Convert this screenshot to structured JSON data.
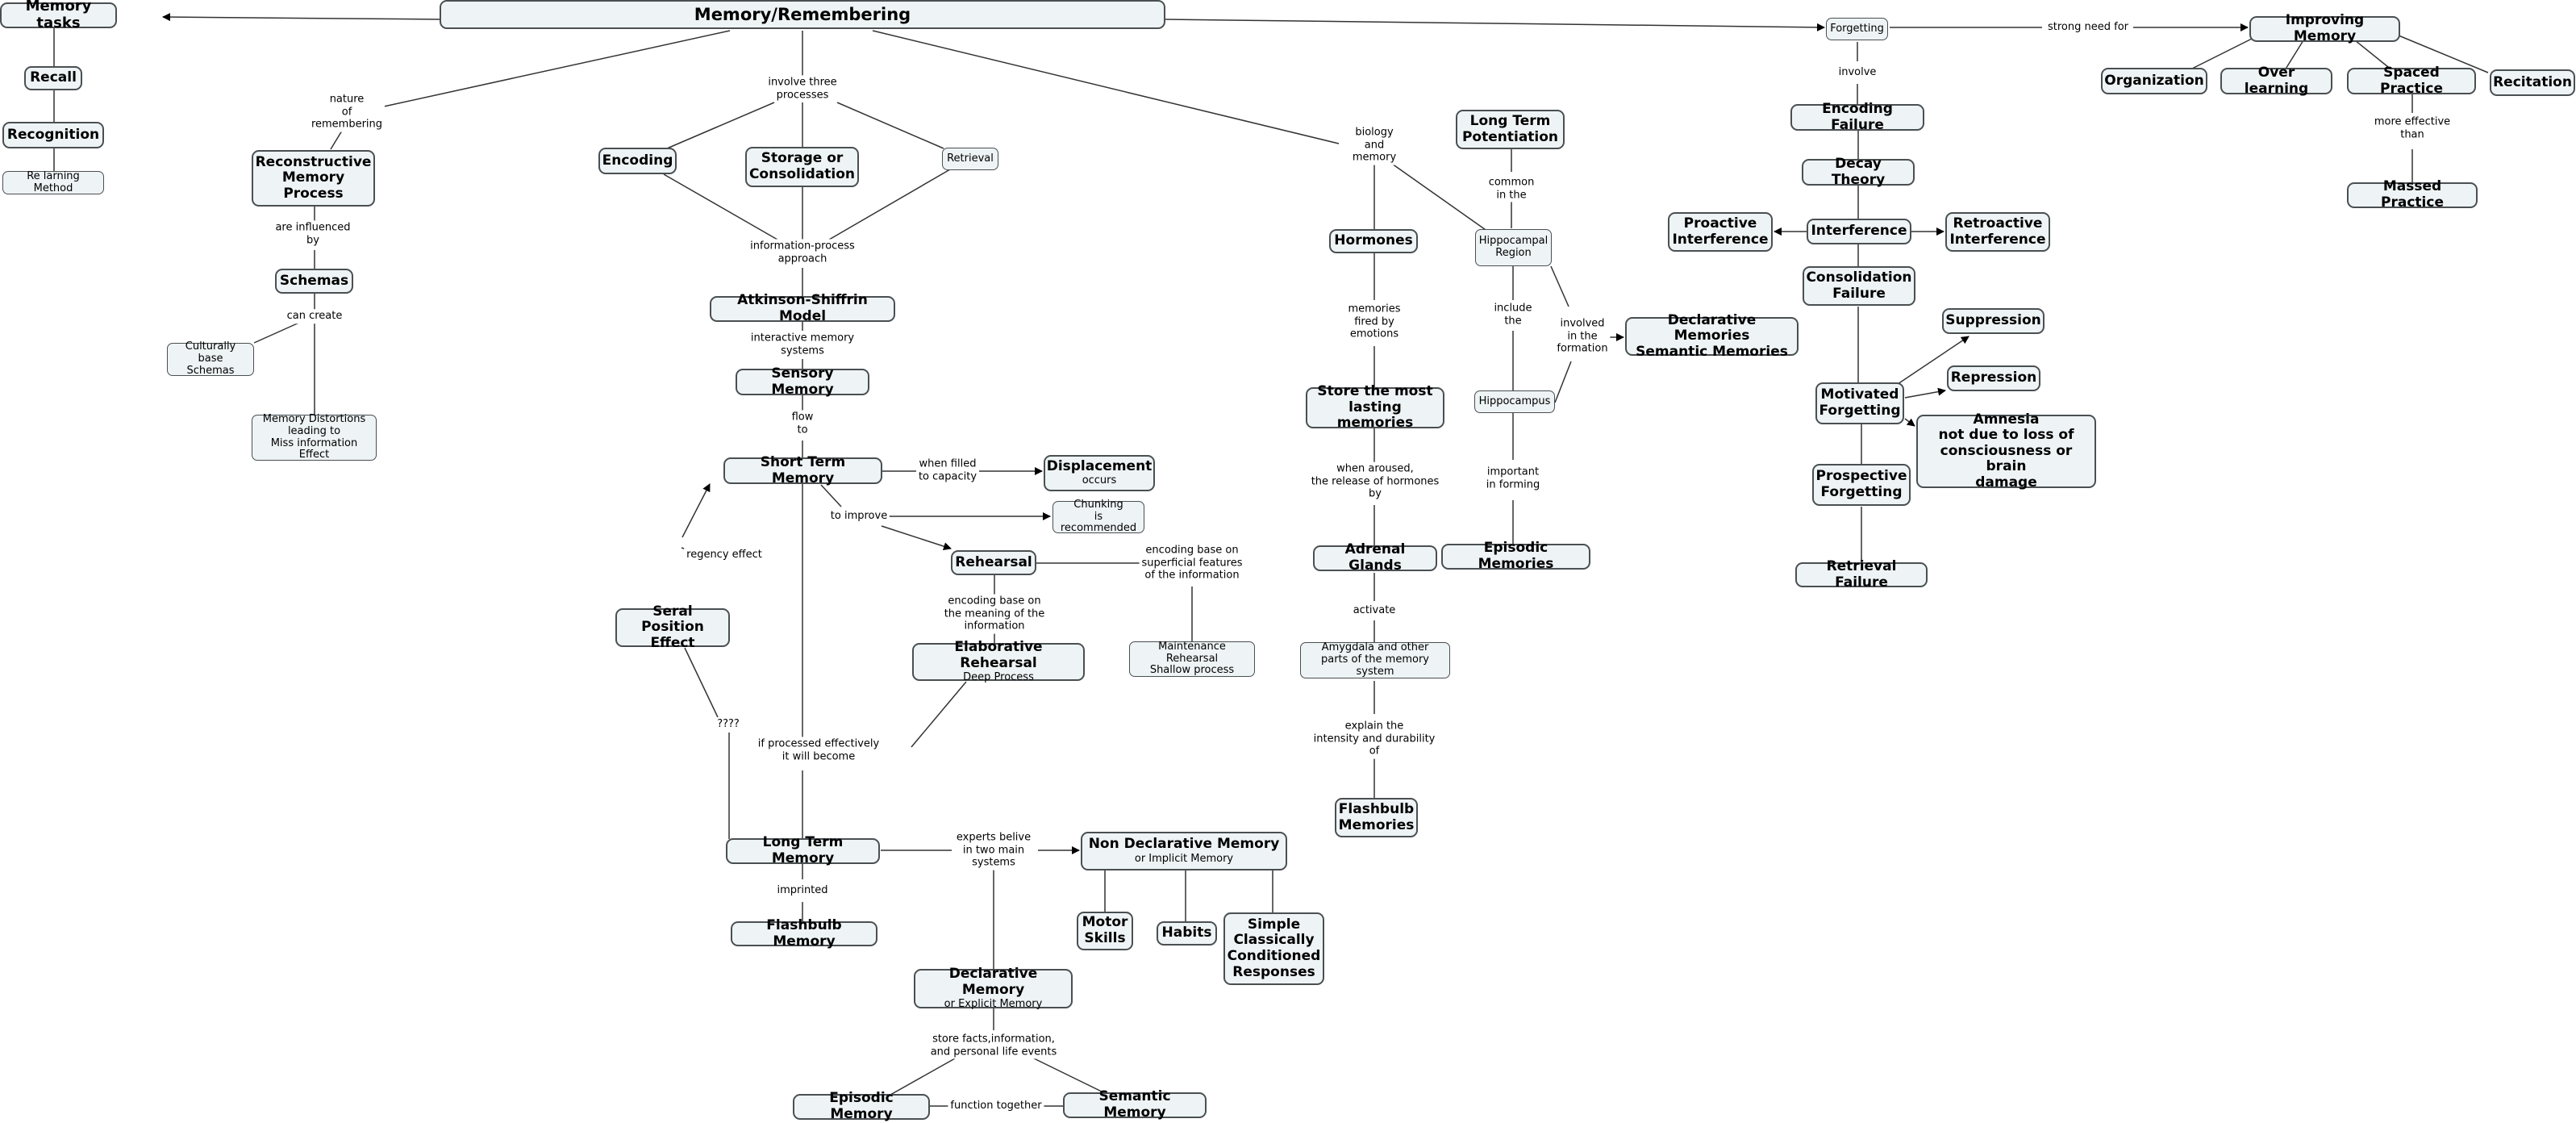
{
  "nodes": {
    "memory_remembering": {
      "label": "Memory/Remembering"
    },
    "memory_tasks": {
      "label": "Memory tasks"
    },
    "recall": {
      "label": "Recall"
    },
    "recognition": {
      "label": "Recognition"
    },
    "relearning": {
      "label": "Re larning Method"
    },
    "reconstructive": {
      "label": "Reconstructive\nMemory\nProcess"
    },
    "schemas": {
      "label": "Schemas"
    },
    "culturally": {
      "label": "Culturally base\nSchemas"
    },
    "distortions": {
      "label": "Memory Distortions\nleading to\nMiss information Effect"
    },
    "encoding": {
      "label": "Encoding"
    },
    "storage": {
      "label": "Storage or\nConsolidation"
    },
    "retrieval": {
      "label": "Retrieval"
    },
    "atkinson": {
      "label": "Atkinson-Shiffrin Model"
    },
    "sensory": {
      "label": "Sensory Memory"
    },
    "stm": {
      "label": "Short Term Memory"
    },
    "displacement": {
      "label": "Displacement",
      "sub": "occurs"
    },
    "chunking": {
      "label": "Chunking\nis recommended"
    },
    "rehearsal": {
      "label": "Rehearsal"
    },
    "elaborative": {
      "label": "Elaborative Rehearsal",
      "sub": "Deep Process"
    },
    "maintenance": {
      "label": "Maintenance Rehearsal\nShallow process"
    },
    "serial": {
      "label": "Seral Position\nEffect"
    },
    "ltm": {
      "label": "Long Term Memory"
    },
    "flashbulb_left": {
      "label": "Flashbulb Memory"
    },
    "nondeclarative": {
      "label": "Non Declarative Memory",
      "sub": "or Implicit Memory"
    },
    "motor": {
      "label": "Motor\nSkills"
    },
    "habits": {
      "label": "Habits"
    },
    "classical": {
      "label": "Simple\nClassically\nConditioned\nResponses"
    },
    "declarative": {
      "label": "Declarative Memory",
      "sub": "or Explicit Memory"
    },
    "episodic_bottom": {
      "label": "Episodic Memory"
    },
    "semantic": {
      "label": "Semantic Memory"
    },
    "ltp": {
      "label": "Long Term\nPotentiation"
    },
    "hormones": {
      "label": "Hormones"
    },
    "hippocampal_region": {
      "label": "Hippocampal\nRegion"
    },
    "hippocampus": {
      "label": "Hippocampus"
    },
    "declarative_semantic": {
      "label": "Declarative Memories\nSemantic Memories"
    },
    "lasting": {
      "label": "Store the most\nlasting memories"
    },
    "adrenal": {
      "label": "Adrenal Glands"
    },
    "episodic_right": {
      "label": "Episodic Memories"
    },
    "amygdala": {
      "label": "Amygdala and other\nparts of the memory system"
    },
    "flashbulb_right": {
      "label": "Flashbulb\nMemories"
    },
    "forgetting": {
      "label": "Forgetting"
    },
    "improving": {
      "label": "Improving Memory"
    },
    "organization": {
      "label": "Organization"
    },
    "overlearning": {
      "label": "Over learning"
    },
    "spaced": {
      "label": "Spaced Practice"
    },
    "recitation": {
      "label": "Recitation"
    },
    "massed": {
      "label": "Massed Practice"
    },
    "encoding_failure": {
      "label": "Encoding Failure"
    },
    "decay": {
      "label": "Decay Theory"
    },
    "interference": {
      "label": "Interference"
    },
    "proactive": {
      "label": "Proactive\nInterference"
    },
    "retroactive": {
      "label": "Retroactive\nInterference"
    },
    "consolidation_failure": {
      "label": "Consolidation\nFailure"
    },
    "motivated": {
      "label": "Motivated\nForgetting"
    },
    "suppression": {
      "label": "Suppression"
    },
    "repression": {
      "label": "Repression"
    },
    "amnesia": {
      "label": "Amnesia\nnot due to loss of\nconsciousness or brain\ndamage"
    },
    "prospective": {
      "label": "Prospective\nForgetting"
    },
    "retrieval_failure": {
      "label": "Retrieval Failure"
    }
  },
  "links": {
    "nature": "nature\nof\nremembering",
    "involve_three": "involve three\nprocesses",
    "biology": "biology\nand\nmemory",
    "influenced": "are influenced\nby",
    "can_create": "can create",
    "info_process": "information-process\napproach",
    "interactive": "interactive memory\nsystems",
    "flow": "flow\nto",
    "when_filled": "when filled\nto capacity",
    "to_improve": "to improve",
    "superficial": "encoding base on\nsuperficial features\nof the information",
    "meaning": "encoding base on\nthe meaning of the\ninformation",
    "regency": "regency effect",
    "question": "????",
    "processed": "if processed effectively\nit will become",
    "imprinted": "imprinted",
    "experts": "experts belive\nin two main\nsystems",
    "store_facts": "store facts,information,\nand personal life events",
    "function_together": "function together",
    "common": "common\nin the",
    "memories_fired": "memories\nfired by\nemotions",
    "include": "include\nthe",
    "involved": "involved\nin the\nformation",
    "aroused": "when aroused,\nthe release of hormones\nby",
    "important": "important\nin forming",
    "activate": "activate",
    "explain": "explain the\nintensity and durability\nof",
    "strong_need": "strong need for",
    "involve": "involve",
    "more_effective": "more effective\nthan"
  }
}
